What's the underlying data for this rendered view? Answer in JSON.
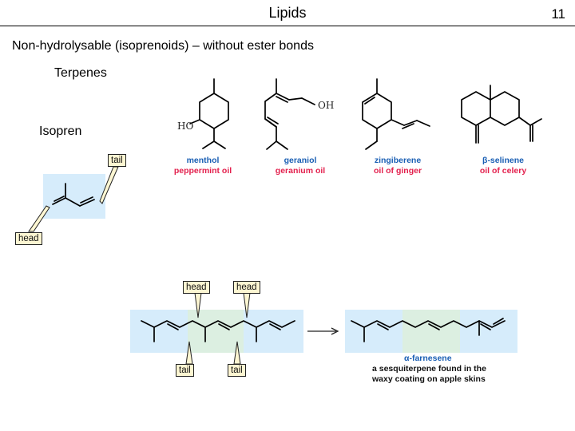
{
  "slide": {
    "title": "Lipids",
    "page_number": "11",
    "subtitle": "Non-hydrolysable (isoprenoids) – without ester bonds",
    "terpenes_label": "Terpenes",
    "isopren_label": "Isopren"
  },
  "molecules": [
    {
      "name": "menthol",
      "source": "peppermint oil",
      "atoms": [
        "HO"
      ]
    },
    {
      "name": "geraniol",
      "source": "geranium oil",
      "atoms": [
        "OH"
      ]
    },
    {
      "name": "zingiberene",
      "source": "oil of ginger"
    },
    {
      "name": "β-selinene",
      "source": "oil of celery"
    }
  ],
  "isoprene_tags": {
    "tail": "tail",
    "head": "head"
  },
  "condensation_tags": {
    "head_left": "head",
    "head_right": "head",
    "tail_left": "tail",
    "tail_right": "tail"
  },
  "farnesene": {
    "name": "α-farnesene",
    "caption_line1": "a sesquiterpene found in the",
    "caption_line2": "waxy coating on apple skins"
  },
  "colors": {
    "name_blue": "#1a5fb4",
    "source_red": "#e3204d",
    "unit_blue": "#d6ecfb",
    "unit_green": "#dcefe1",
    "tag_fill": "#fdf6d2"
  }
}
